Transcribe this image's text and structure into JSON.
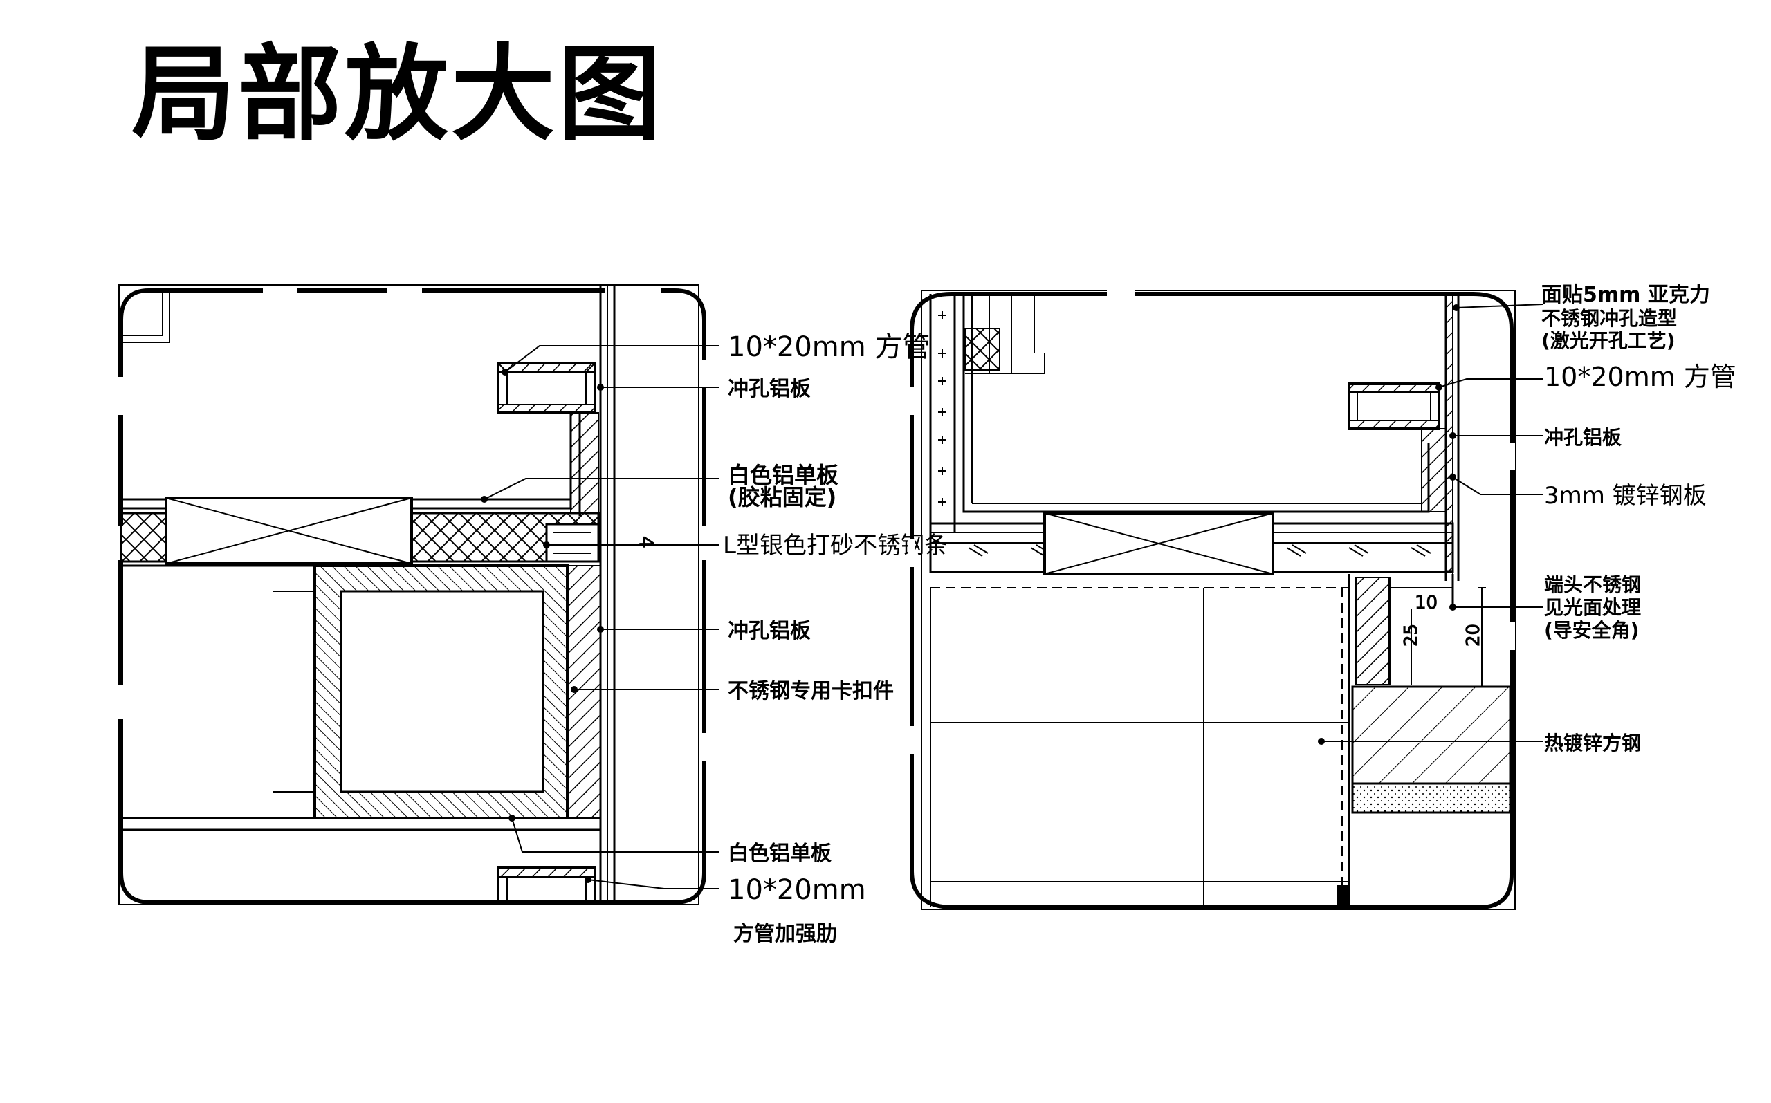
{
  "title": "局部放大图",
  "left_detail": {
    "labels": {
      "tube_top": "10*20mm 方管",
      "perf_top": "冲孔铝板",
      "white_panel_glued_1": "白色铝单板",
      "white_panel_glued_2": "(胶粘固定)",
      "l_strip": "L型银色打砂不锈钢条",
      "perf_mid": "冲孔铝板",
      "clip": "不锈钢专用卡扣件",
      "white_panel_bottom": "白色铝单板",
      "tube_bottom_1": "10*20mm",
      "tube_bottom_2": "方管加强肋"
    },
    "gap_dim": "4"
  },
  "right_detail": {
    "labels": {
      "acrylic_1": "面贴5mm 亚克力",
      "acrylic_2": "不锈钢冲孔造型",
      "acrylic_3": "(激光开孔工艺)",
      "tube": "10*20mm 方管",
      "perf": "冲孔铝板",
      "galv_plate": "3mm 镀锌钢板",
      "ss_end_1": "端头不锈钢",
      "ss_end_2": "见光面处理",
      "ss_end_3": "(导安全角)",
      "hot_galv": "热镀锌方钢"
    },
    "dims": {
      "d10": "10",
      "d25": "25",
      "d20": "20"
    }
  }
}
